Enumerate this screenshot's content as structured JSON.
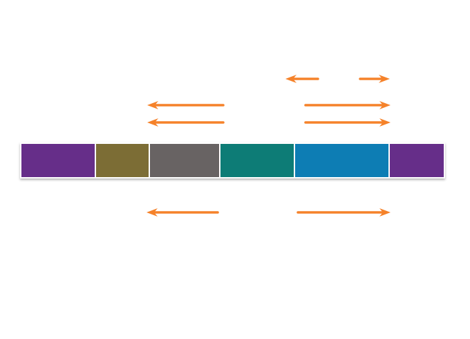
{
  "colors": {
    "arrow": "#f5822a",
    "segments": [
      "#662d89",
      "#7b6d35",
      "#676464",
      "#0a7b76",
      "#087db4",
      "#662d89"
    ],
    "divider": "#ffffff"
  },
  "segments": [
    {
      "id": "segment-1"
    },
    {
      "id": "segment-2"
    },
    {
      "id": "segment-3"
    },
    {
      "id": "segment-4"
    },
    {
      "id": "segment-5"
    },
    {
      "id": "segment-6"
    }
  ],
  "arrows": [
    {
      "direction": "left"
    },
    {
      "direction": "right"
    },
    {
      "direction": "left"
    },
    {
      "direction": "right"
    },
    {
      "direction": "left"
    },
    {
      "direction": "right"
    },
    {
      "direction": "left"
    },
    {
      "direction": "right"
    }
  ]
}
